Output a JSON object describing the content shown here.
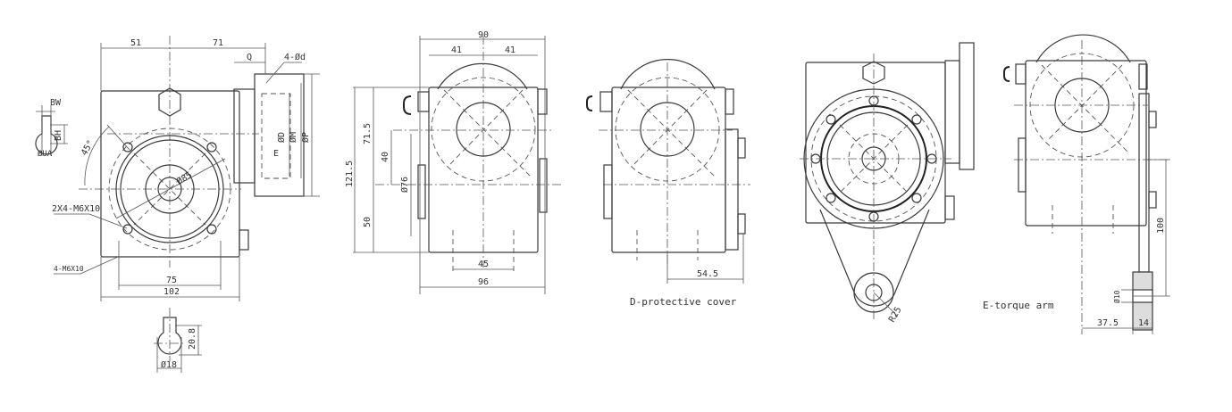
{
  "view_a": {
    "dim_left": "51",
    "dim_right": "71",
    "dim_q": "Q",
    "hole_callout": "4-Ød",
    "dia_d": "ØD",
    "dia_m": "ØM",
    "dia_p": "ØP",
    "dim_e": "E",
    "angle": "45°",
    "dia_85": "Ø85",
    "tap_flange": "2X4-M6X10",
    "tap_base": "4-M6X10",
    "dim_75": "75",
    "dim_102": "102",
    "key_bw": "BW",
    "key_bh": "BH",
    "key_ua": "ØUA",
    "shaft_208": "20.8",
    "shaft_18": "Ø18"
  },
  "view_b": {
    "dim_90": "90",
    "dim_41a": "41",
    "dim_41b": "41",
    "dim_1215": "121.5",
    "dim_715": "71.5",
    "dim_40": "40",
    "dia_76": "Ø76",
    "dim_50": "50",
    "dim_45": "45",
    "dim_96": "96"
  },
  "view_c": {
    "dim_545": "54.5",
    "caption": "D-protective cover"
  },
  "view_d": {
    "radius": "R25"
  },
  "view_e": {
    "dim_100": "100",
    "dia_10": "Ø10",
    "dim_375": "37.5",
    "dim_14": "14",
    "caption": "E-torque arm"
  }
}
